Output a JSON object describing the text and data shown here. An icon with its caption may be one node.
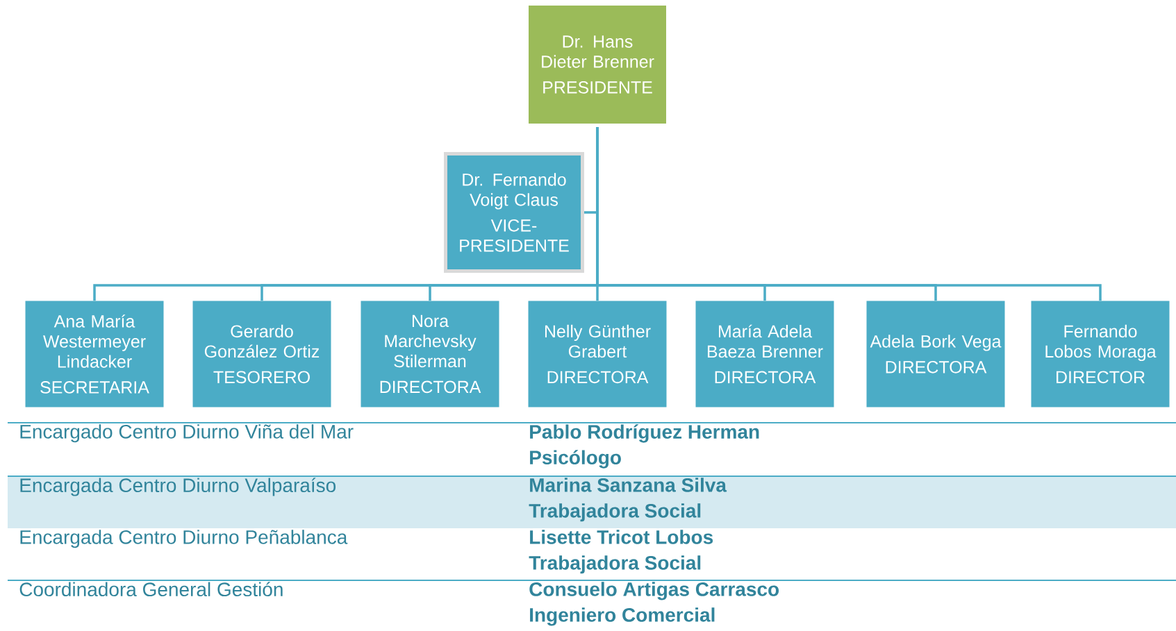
{
  "diagram": {
    "nodes": [
      {
        "text": [
          "Dr. Hans Dieter Brenner",
          "PRESIDENTE"
        ]
      },
      {
        "text": [
          "Dr. Fernando Voigt Claus",
          "VICE-PRESIDENTE"
        ]
      },
      {
        "text": [
          "Ana María Westermeyer Lindacker",
          "SECRETARIA"
        ]
      },
      {
        "text": [
          "Gerardo González Ortiz",
          "TESORERO"
        ]
      },
      {
        "text": [
          "Nora Marchevsky Stilerman",
          "DIRECTORA"
        ]
      },
      {
        "text": [
          "Nelly Günther Grabert",
          "DIRECTORA"
        ]
      },
      {
        "text": [
          "María Adela Baeza Brenner",
          "DIRECTORA"
        ]
      },
      {
        "text": [
          "Adela Bork Vega",
          "DIRECTORA"
        ]
      },
      {
        "text": [
          "Fernando Lobos Moraga",
          "DIRECTOR"
        ]
      }
    ],
    "edges": [
      {
        "from": 0,
        "to": 1,
        "arrow": "none"
      },
      {
        "from": 0,
        "to": 2,
        "arrow": "none"
      },
      {
        "from": 0,
        "to": 3,
        "arrow": "none"
      },
      {
        "from": 0,
        "to": 4,
        "arrow": "none"
      },
      {
        "from": 0,
        "to": 5,
        "arrow": "none"
      },
      {
        "from": 0,
        "to": 6,
        "arrow": "none"
      },
      {
        "from": 0,
        "to": 7,
        "arrow": "none"
      },
      {
        "from": 0,
        "to": 8,
        "arrow": "none"
      }
    ],
    "labels": [
      "Encargado Centro Diurno Viña del Mar",
      "Pablo Rodríguez Herman",
      "Psicólogo",
      "Encargada Centro Diurno Valparaíso",
      "Marina Sanzana Silva",
      "Trabajadora Social",
      "Encargada Centro Diurno Peñablanca",
      "Lisette Tricot Lobos",
      "Trabajadora Social",
      "Coordinadora General Gestión",
      "Consuelo Artigas Carrasco",
      "Ingeniero Comercial"
    ]
  }
}
